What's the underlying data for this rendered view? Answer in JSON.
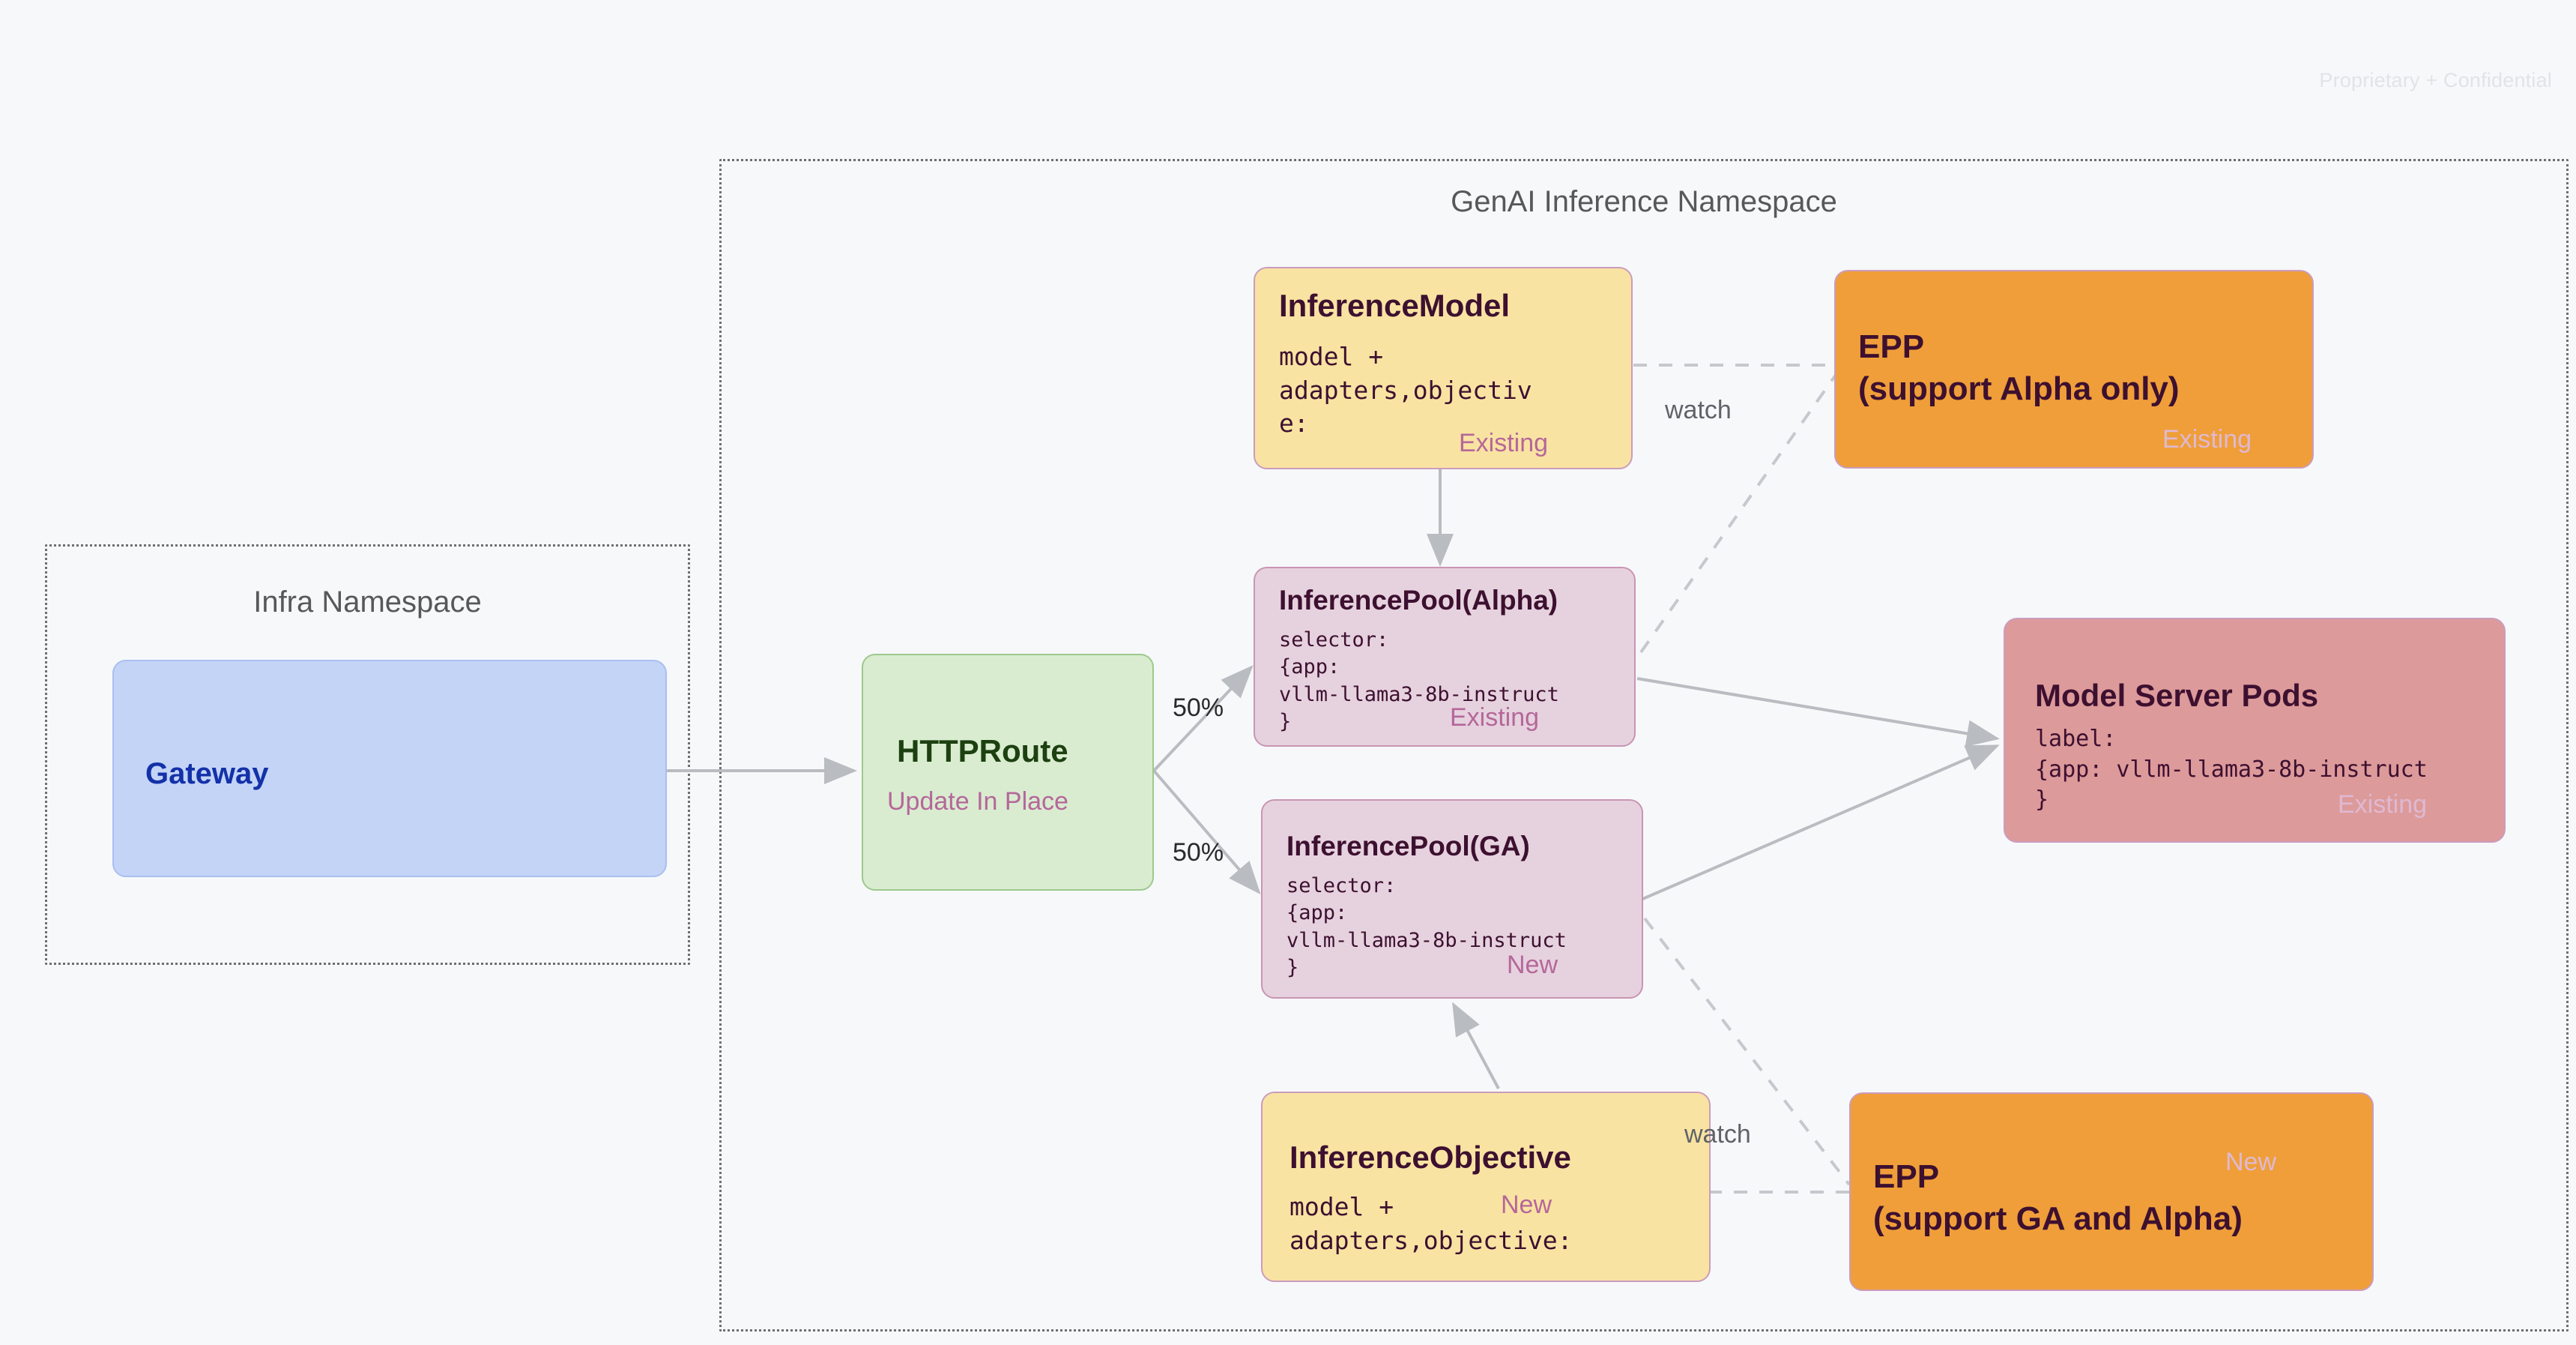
{
  "watermark": "Proprietary + Confidential",
  "namespaces": [
    {
      "id": "infra",
      "title": "Infra Namespace"
    },
    {
      "id": "genai",
      "title": "GenAI Inference Namespace"
    }
  ],
  "nodes": {
    "gateway": {
      "title": "Gateway"
    },
    "httproute": {
      "title": "HTTPRoute",
      "status": "Update In Place"
    },
    "inference_model": {
      "title": "InferenceModel",
      "body": "model +\nadapters,objectiv\ne:",
      "status": "Existing"
    },
    "inference_objective": {
      "title": "InferenceObjective",
      "body": "model +\nadapters,objective:",
      "status": "New"
    },
    "pool_alpha": {
      "title": "InferencePool(Alpha)",
      "body": "selector:\n{app:\nvllm-llama3-8b-instruct\n}",
      "status": "Existing"
    },
    "pool_ga": {
      "title": "InferencePool(GA)",
      "body": "selector:\n{app:\nvllm-llama3-8b-instruct\n}",
      "status": "New"
    },
    "epp_alpha": {
      "title_line1": "EPP",
      "title_line2": "(support Alpha only)",
      "status": "Existing"
    },
    "epp_ga": {
      "title_line1": "EPP",
      "title_line2": "(support GA and Alpha)",
      "status": "New"
    },
    "model_server_pods": {
      "title": "Model Server Pods",
      "body": "label:\n{app: vllm-llama3-8b-instruct\n}",
      "status": "Existing"
    }
  },
  "edge_labels": {
    "split_top": "50%",
    "split_bottom": "50%",
    "watch_top": "watch",
    "watch_bottom": "watch"
  },
  "colors": {
    "canvas_bg": "#f7f8fa",
    "gateway_fill": "#c3d4f7",
    "route_fill": "#d9ecd0",
    "yellow_fill": "#f9e3a2",
    "pool_fill": "#e6d2de",
    "pods_fill": "#dd9a9a",
    "epp_fill": "#ef9e39",
    "node_border": "#cb9cbd",
    "badge_text": "#b5679a",
    "edge_stroke": "#b9bcc0",
    "namespace_border": "#6f6f6f",
    "title_text": "#3d1030"
  }
}
